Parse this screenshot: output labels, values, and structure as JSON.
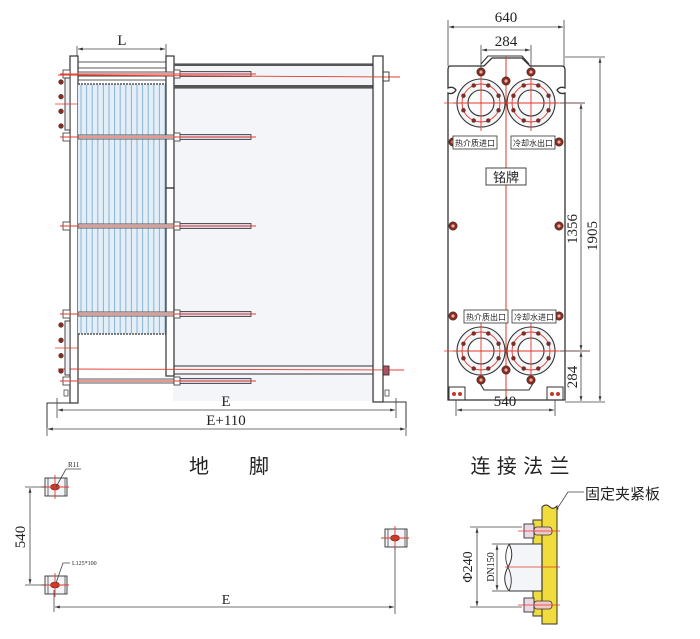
{
  "side_view": {
    "label_L": "L",
    "label_E": "E",
    "label_E_plus": "E+110",
    "plate_count": 16,
    "tie_rod_rows": 5
  },
  "end_view": {
    "width_label": "640",
    "port_spacing_label": "284",
    "height_mid_label": "1356",
    "height_total_label": "1905",
    "port_to_base_label": "284",
    "foot_spacing_label": "540",
    "port_labels": {
      "top_left": "热介质进口",
      "top_right": "冷却水出口",
      "bottom_left": "热介质出口",
      "bottom_right": "冷却水进口"
    },
    "nameplate": "铭牌"
  },
  "foundation": {
    "title": "地　　脚",
    "radius_note": "R11",
    "angle_note": "L125*100",
    "spacing_label": "540",
    "length_label": "E"
  },
  "flange": {
    "title": "连 接 法 兰",
    "plate_callout": "固定夹紧板",
    "bolt_circle_label": "Φ240",
    "nominal_diameter_label": "DN150"
  },
  "colors": {
    "line": "#333333",
    "centerline": "#e03a2a",
    "plate": "#8ab4d6",
    "plate_fill": "#e3eef7",
    "frame_fill": "#f4f5f8",
    "clamp_plate": "#f0dc3c",
    "bolt": "#8b2a1e"
  }
}
